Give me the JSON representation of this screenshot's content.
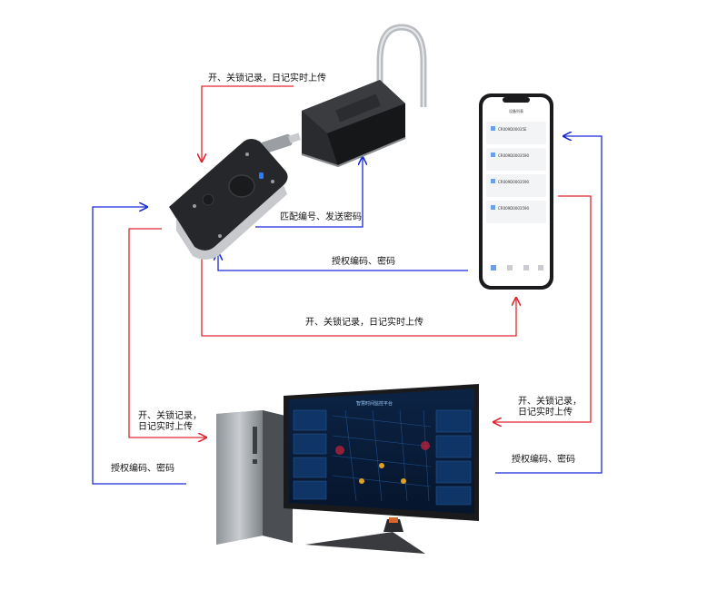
{
  "colors": {
    "red": "#e0262e",
    "blue": "#1a2bd6"
  },
  "labels": {
    "top_red": "开、关锁记录，日记实时上传",
    "match_blue": "匹配编号、发送密码",
    "auth_mid": "授权编码、密码",
    "mid_red": "开、关锁记录，日记实时上传",
    "left_red_1": "开、关锁记录，",
    "left_red_2": "日记实时上传",
    "left_blue": "授权编码、密码",
    "right_red_1": "开、关锁记录，",
    "right_red_2": "日记实时上传",
    "right_blue": "授权编码、密码"
  },
  "phone": {
    "title": "设备列表",
    "items": [
      "CR009D00035E",
      "CR009D0003590",
      "CR009D0003590",
      "CR009D0003590"
    ]
  },
  "monitor": {
    "title": "智慧时间监控平台"
  },
  "icons": [
    "padlock-icon",
    "key-unit-icon",
    "smartphone-icon",
    "desktop-tower-icon",
    "monitor-icon"
  ]
}
